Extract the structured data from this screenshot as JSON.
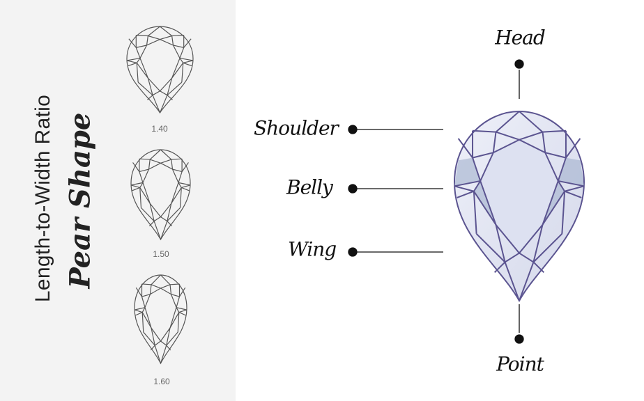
{
  "panel": {
    "subtitle": "Length-to-Width Ratio",
    "title": "Pear Shape",
    "ratios": [
      "1.40",
      "1.50",
      "1.60"
    ]
  },
  "labels": {
    "head": "Head",
    "shoulder": "Shoulder",
    "belly": "Belly",
    "wing": "Wing",
    "point": "Point"
  },
  "colors": {
    "outline": "#5b5490",
    "fill_light": "#e4e6f4",
    "fill_dark": "#a2b1cd",
    "sketch": "#555555"
  }
}
